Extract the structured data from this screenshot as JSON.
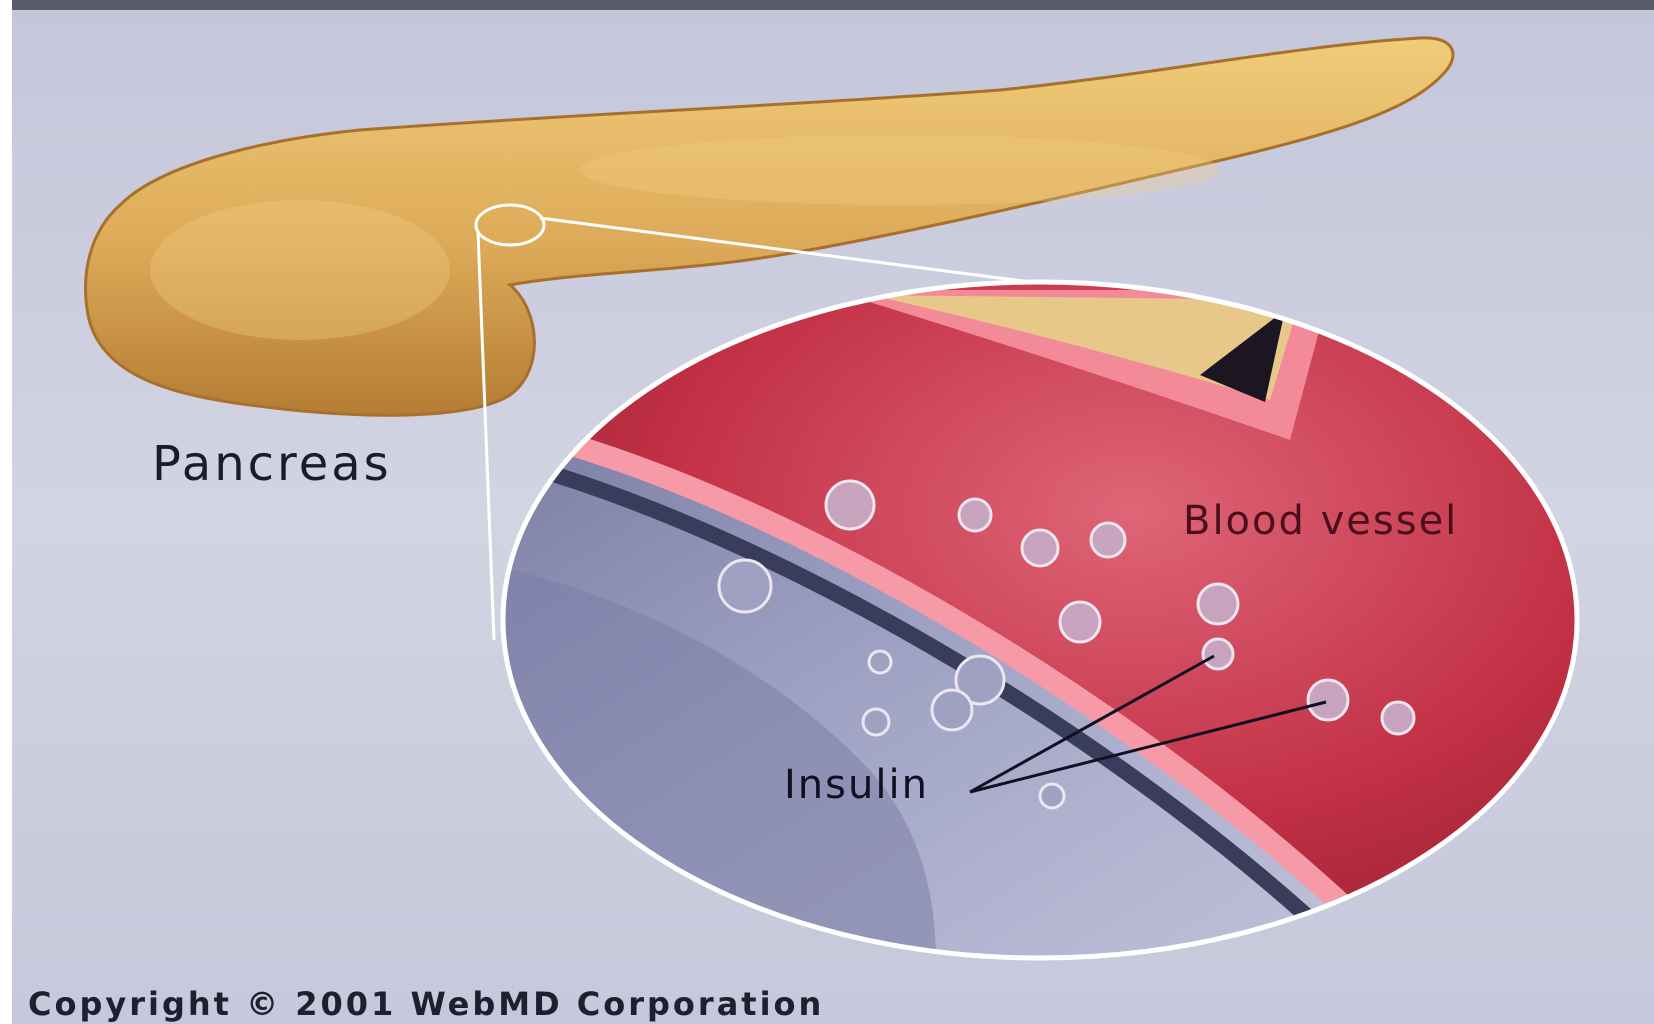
{
  "labels": {
    "pancreas": "Pancreas",
    "blood_vessel": "Blood vessel",
    "insulin": "Insulin",
    "copyright": "Copyright © 2001 WebMD Corporation"
  },
  "colors": {
    "background": "#c9ccdc",
    "pancreas": "#d9aa55",
    "blood_vessel": "#c8374a",
    "vessel_wall": "#f08a98",
    "cell_interior": "#8d8fb4",
    "callout_outline": "#ffffff"
  }
}
